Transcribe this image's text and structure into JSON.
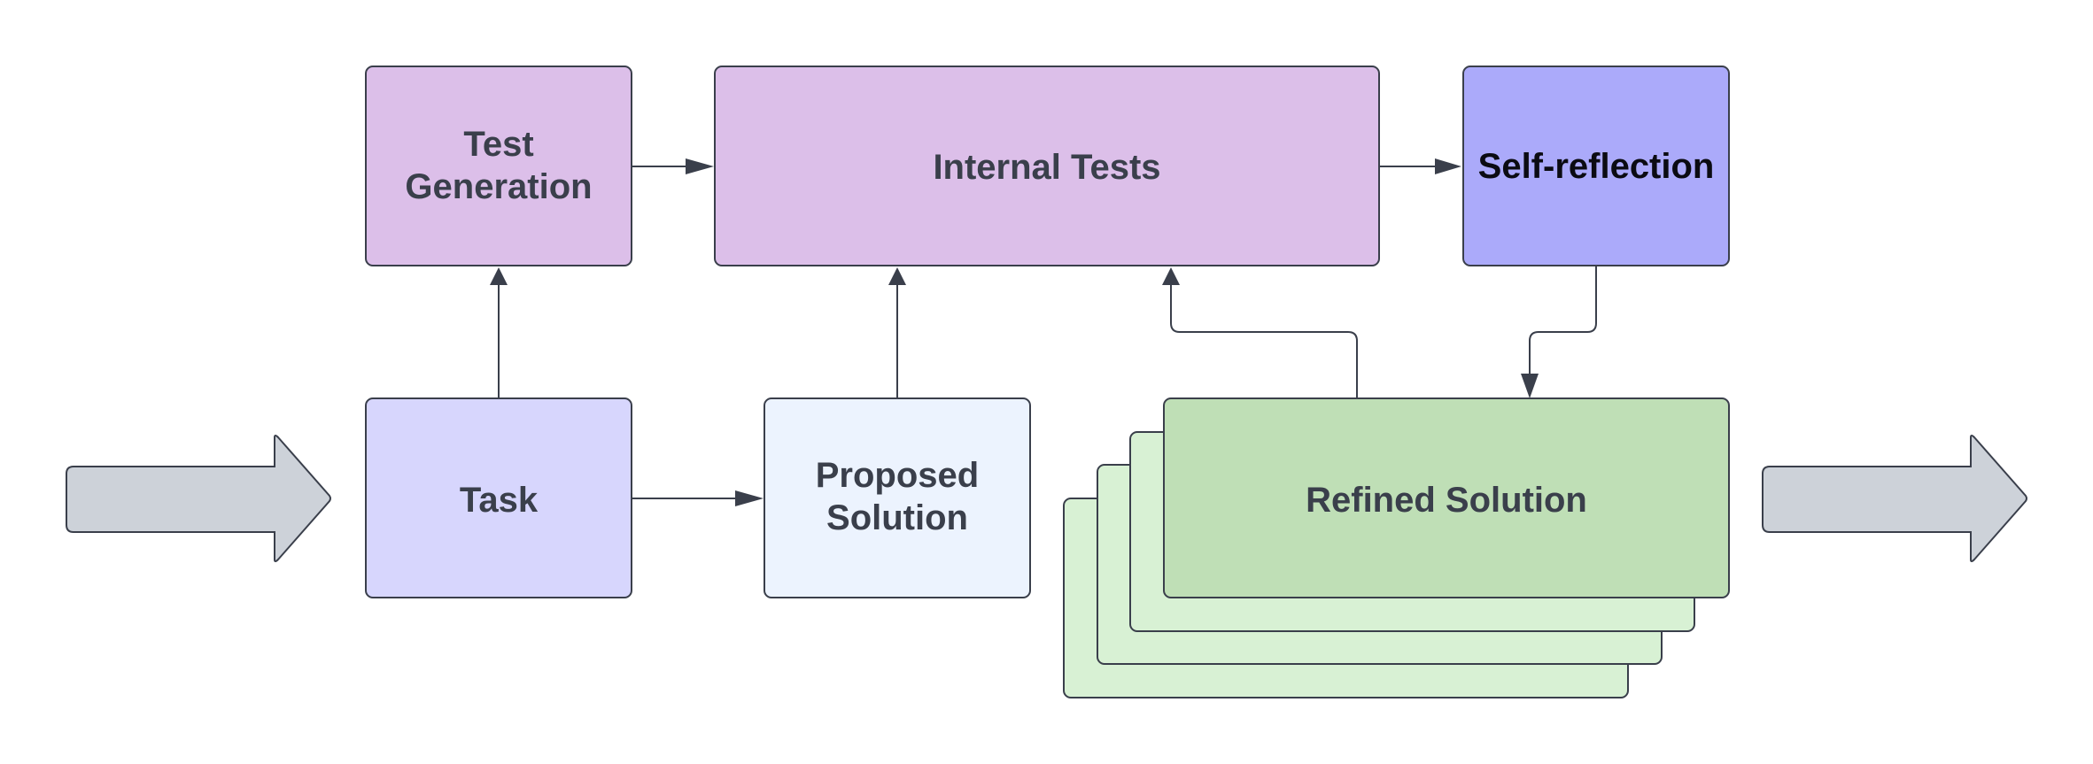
{
  "diagram": {
    "nodes": {
      "test_generation": {
        "lines": [
          "Test",
          "Generation"
        ],
        "fill": "#dcbfe9"
      },
      "internal_tests": {
        "lines": [
          "Internal Tests"
        ],
        "fill": "#dcbfe9"
      },
      "self_reflection": {
        "lines": [
          "Self-reflection"
        ],
        "fill": "#abaafa"
      },
      "task": {
        "lines": [
          "Task"
        ],
        "fill": "#d7d6fd"
      },
      "proposed_solution": {
        "lines": [
          "Proposed",
          "Solution"
        ],
        "fill": "#ecf3fe"
      },
      "refined_solution": {
        "lines": [
          "Refined Solution"
        ],
        "fill": "#bfdfb6",
        "stack_fill": "#d8f1d4"
      }
    },
    "colors": {
      "stroke": "#3a3f4b",
      "input_arrow": "#cdd2d9"
    }
  }
}
